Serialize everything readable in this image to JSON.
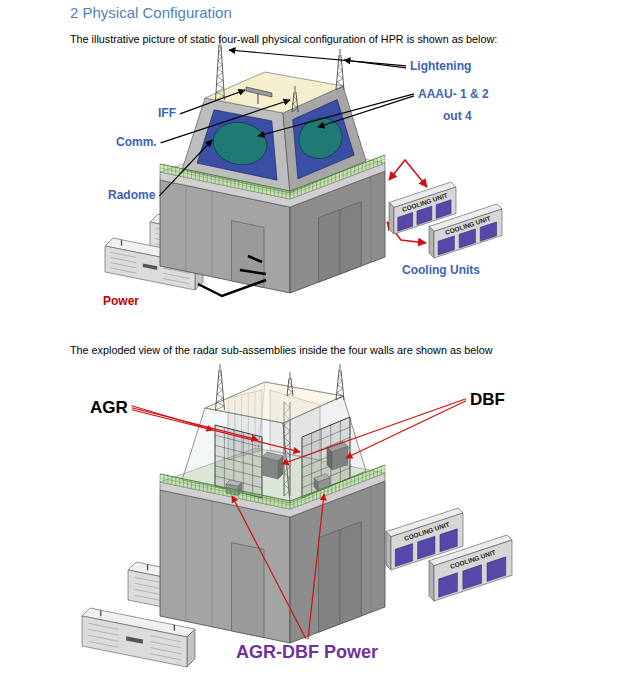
{
  "diagram": {
    "title": "2 Physical Configuration",
    "nodes": [
      {
        "text": [
          "COOLING UNIT"
        ]
      },
      {
        "text": [
          "COOLING UNIT"
        ]
      },
      {
        "text": [
          "COOLING UNIT"
        ]
      },
      {
        "text": [
          "COOLING UNIT"
        ]
      }
    ],
    "labels": [
      "The illustrative picture of static four-wall physical configuration of HPR is shown as below:",
      "Lightening",
      "AAAU- 1 & 2",
      "out 4",
      "IFF",
      "Comm.",
      "Radome",
      "Power",
      "Cooling Units",
      "The exploded view of the radar sub-assemblies inside the four walls are shown as below",
      "AGR",
      "DBF",
      "AGR-DBF Power"
    ]
  }
}
